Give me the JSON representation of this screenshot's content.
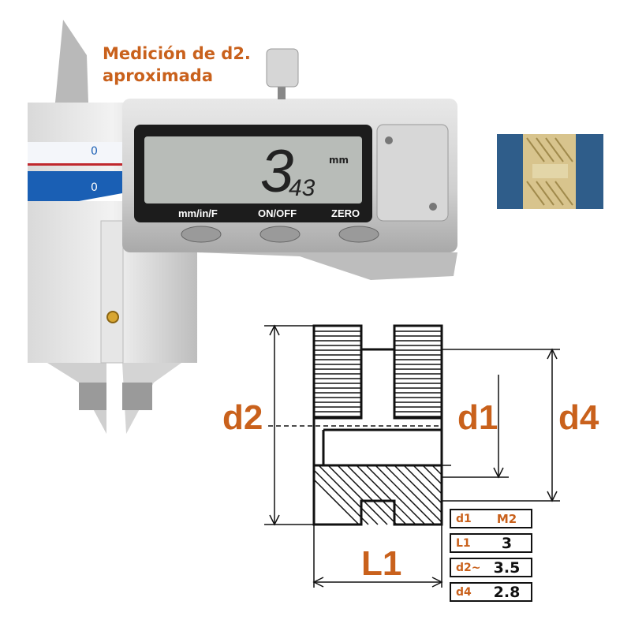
{
  "caption": {
    "line1": "Medición de d2.",
    "line2": "aproximada"
  },
  "caliper": {
    "reading_main": "3",
    "reading_decimals": "43",
    "unit": "mm",
    "buttons": [
      "mm/in/F",
      "ON/OFF",
      "ZERO"
    ],
    "scale_marks": [
      "0",
      "0"
    ]
  },
  "diagram": {
    "labels": {
      "d2": "d2",
      "d1": "d1",
      "d4": "d4",
      "L1": "L1"
    }
  },
  "spec_table": [
    {
      "key": "d1",
      "value": "M2"
    },
    {
      "key": "L1",
      "value": "3"
    },
    {
      "key": "d2~",
      "value": "3.5"
    },
    {
      "key": "d4",
      "value": "2.8"
    }
  ],
  "colors": {
    "accent": "#c9611c",
    "scale_blue": "#1a5fb4",
    "insert_bg": "#2f5d8a"
  }
}
